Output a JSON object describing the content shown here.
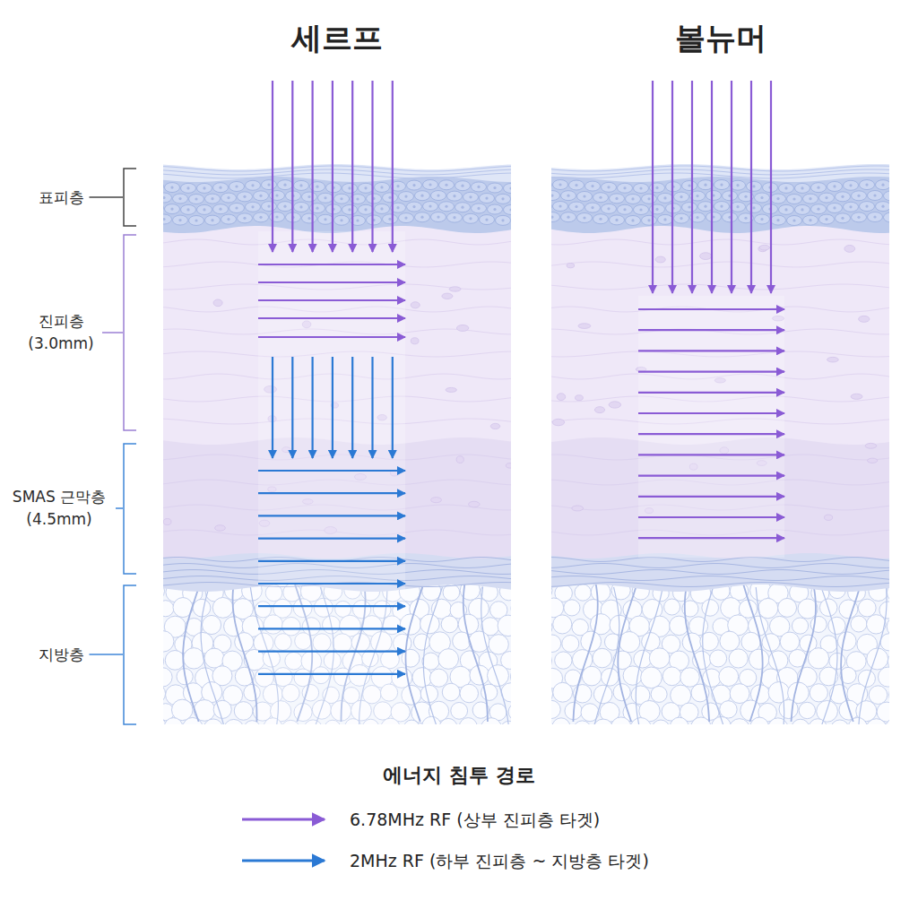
{
  "diagram": {
    "nodes": [
      {
        "text": [
          "세르프"
        ]
      },
      {
        "text": [
          "볼뉴머"
        ]
      }
    ],
    "labels": [
      "표피층",
      "진피층 (3.0mm)",
      "SMAS 근막층 (4.5mm)",
      "지방층",
      "에너지 침투 경로"
    ],
    "legend": [
      {
        "text": "6.78MHz RF (상부 진피층 타겟)"
      },
      {
        "text": "2MHz RF (하부 진피층 ~ 지방층 타겟)"
      }
    ]
  }
}
